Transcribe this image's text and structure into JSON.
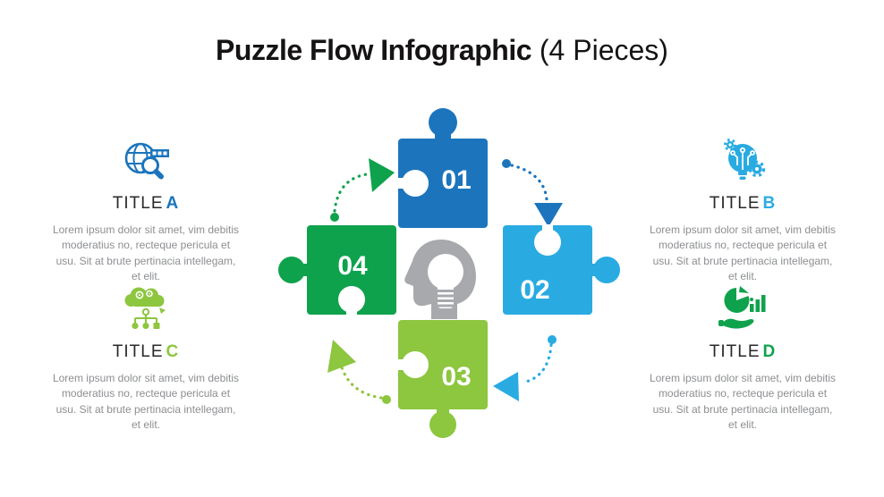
{
  "header": {
    "title_bold": "Puzzle Flow Infographic",
    "title_suffix": " (4 Pieces)"
  },
  "blocks": [
    {
      "title": "TITLE",
      "letter": "A",
      "accent": "#1C75BC",
      "icon": "globe-search-icon",
      "body": "Lorem ipsum dolor sit amet, vim debitis moderatius no, recteque pericula et usu. Sit at brute pertinacia intellegam, et elit."
    },
    {
      "title": "TITLE",
      "letter": "B",
      "accent": "#29ABE2",
      "icon": "smart-bulb-icon",
      "body": "Lorem ipsum dolor sit amet, vim debitis moderatius no, recteque pericula et usu. Sit at brute pertinacia intellegam, et elit."
    },
    {
      "title": "TITLE",
      "letter": "C",
      "accent": "#8DC63F",
      "icon": "cloud-network-icon",
      "body": "Lorem ipsum dolor sit amet, vim debitis moderatius no, recteque pericula et usu. Sit at brute pertinacia intellegam, et elit."
    },
    {
      "title": "TITLE",
      "letter": "D",
      "accent": "#0FA24D",
      "icon": "analytics-hand-icon",
      "body": "Lorem ipsum dolor sit amet, vim debitis moderatius no, recteque pericula et usu. Sit at brute pertinacia intellegam, et elit."
    }
  ],
  "puzzle": {
    "pieces": [
      {
        "number": "01",
        "color": "#1C75BC",
        "position": "top"
      },
      {
        "number": "02",
        "color": "#29ABE2",
        "position": "right"
      },
      {
        "number": "03",
        "color": "#8DC63F",
        "position": "bottom"
      },
      {
        "number": "04",
        "color": "#0FA24D",
        "position": "left"
      }
    ],
    "flow": [
      {
        "from": "04",
        "to": "01"
      },
      {
        "from": "01",
        "to": "02"
      },
      {
        "from": "02",
        "to": "03"
      },
      {
        "from": "03",
        "to": "04"
      }
    ],
    "center_icon": "head-lightbulb-icon",
    "center_icon_color": "#A7A9AC"
  }
}
